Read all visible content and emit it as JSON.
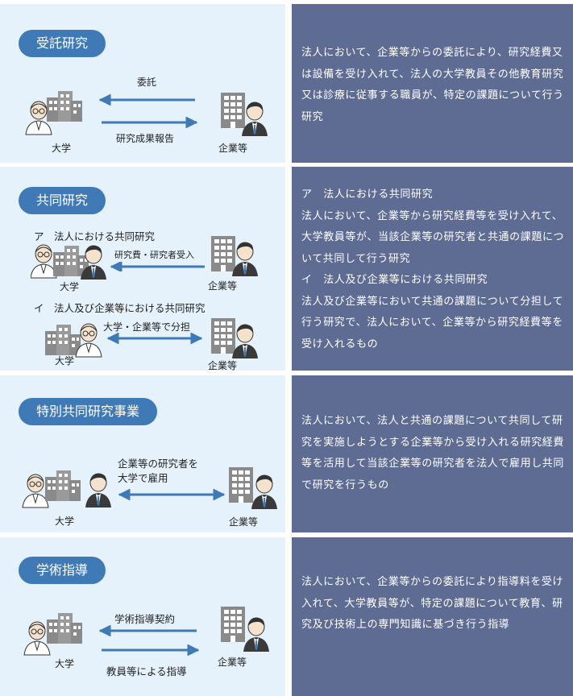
{
  "rows": [
    {
      "title": "受託研究",
      "arrow_top": "委託",
      "arrow_bottom": "研究成果報告",
      "univ": "大学",
      "company": "企業等",
      "desc": "法人において、企業等からの委託により、研究経費又は設備を受け入れて、法人の大学教員その他教育研究又は診療に従事する職員が、特定の課題について行う研究"
    },
    {
      "title": "共同研究",
      "sub_a": "ア　法人における共同研究",
      "sub_a_arrow": "研究費・研究者受入",
      "sub_a_univ": "大学",
      "sub_a_company": "企業等",
      "sub_b": "イ　法人及び企業等における共同研究",
      "sub_b_arrow": "大学・企業等で分担",
      "sub_b_univ": "大学",
      "sub_b_company": "企業等",
      "desc_lines": [
        "ア　法人における共同研究",
        "法人において、企業等から研究経費等を受け入れて、大学教員等が、当該企業等の研究者と共通の課題について共同して行う研究",
        "イ　法人及び企業等における共同研究",
        "法人及び企業等において共通の課題について分担して行う研究で、法人において、企業等から研究経費等を受け入れるもの"
      ]
    },
    {
      "title": "特別共同研究事業",
      "arrow_label_1": "企業等の研究者を",
      "arrow_label_2": "大学で雇用",
      "univ": "大学",
      "company": "企業等",
      "desc": "法人において、法人と共通の課題について共同して研究を実施しようとする企業等から受け入れる研究経費等を活用して当該企業等の研究者を法人で雇用し共同で研究を行うもの"
    },
    {
      "title": "学術指導",
      "arrow_top": "学術指導契約",
      "arrow_bottom": "教員等による指導",
      "univ": "大学",
      "company": "企業等",
      "desc": "法人において、企業等からの委託により指導料を受け入れて、大学教員等が、特定の課題について教育、研究及び技術上の専門知識に基づき行う指導"
    }
  ],
  "colors": {
    "left_bg": "#e5f2fc",
    "right_bg": "#5e6b92",
    "pill": "#3f7ab6",
    "arrow": "#3f7ab6",
    "building": "#8a8a8a"
  },
  "icons": [
    "professor-icon",
    "building-icon",
    "businessman-icon",
    "arrow-left-icon",
    "arrow-right-icon",
    "arrow-both-icon"
  ]
}
